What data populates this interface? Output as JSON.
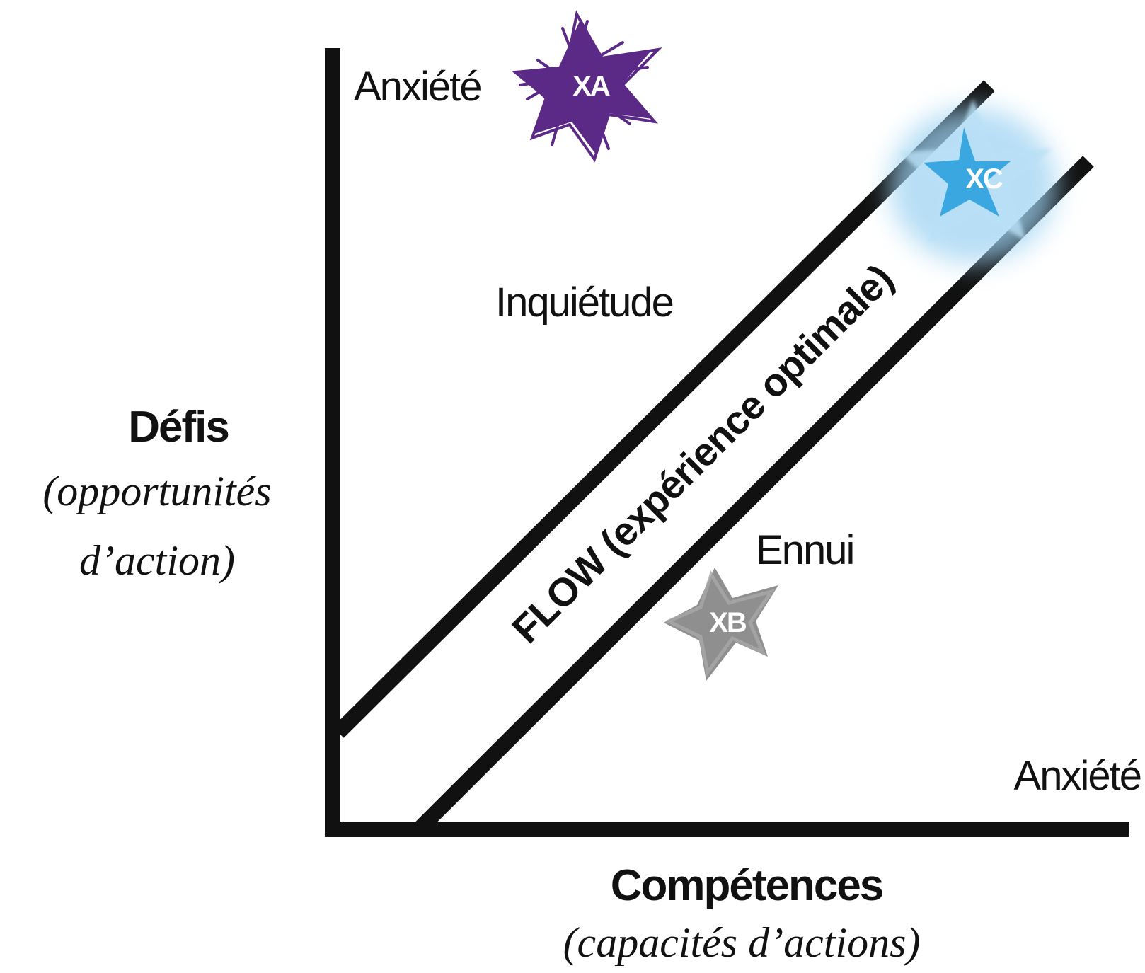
{
  "labels": {
    "anxiety_top": "Anxiété",
    "anxiety_right": "Anxiété",
    "worry": "Inquiétude",
    "boredom": "Ennui",
    "flow": "FLOW (expérience optimale)",
    "y_axis_title": "Défis",
    "y_axis_sub_1": "(opportunités",
    "y_axis_sub_2": "d’action)",
    "x_axis_title": "Compétences",
    "x_axis_sub": "(capacités d’actions)"
  },
  "markers": [
    {
      "id": "xa",
      "label": "XA",
      "color": "#5b2a86",
      "style": "scribble"
    },
    {
      "id": "xb",
      "label": "XB",
      "color": "#8f8f8f",
      "style": "rough"
    },
    {
      "id": "xc",
      "label": "XC",
      "color": "#3aa7e0",
      "glow": "#9fd3f2",
      "style": "glow"
    }
  ],
  "colors": {
    "ink": "#111111",
    "background": "#ffffff"
  }
}
